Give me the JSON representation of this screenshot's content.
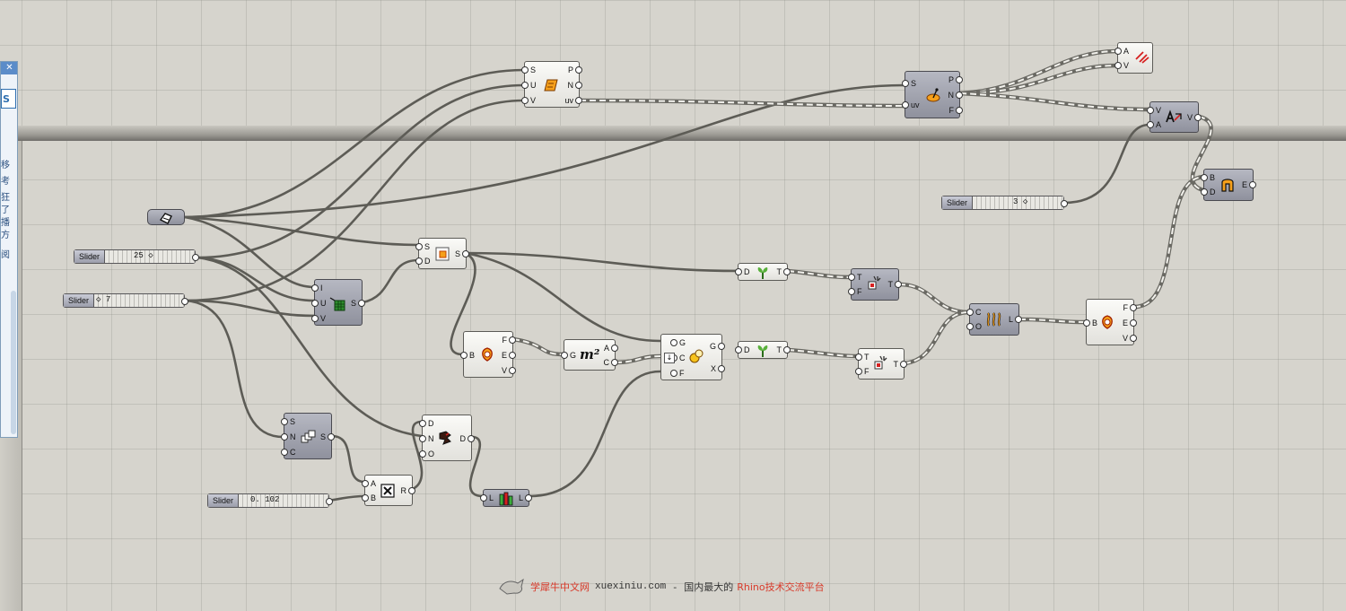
{
  "side_panel": {
    "close": "✕",
    "button": "S",
    "lines": [
      "移",
      "考",
      "狂",
      "了",
      "播",
      "方",
      "阅"
    ]
  },
  "sliders": [
    {
      "label": "Slider",
      "value": "25 ◇"
    },
    {
      "label": "Slider",
      "value": "◇ 7"
    },
    {
      "label": "Slider",
      "value": "0. 102"
    },
    {
      "label": "Slider",
      "value": "3 ◇"
    }
  ],
  "components": {
    "surface": {
      "icon": "surface-param-icon"
    },
    "eval_surface": {
      "inputs": [
        "S",
        "U",
        "V"
      ],
      "outputs": [
        "P",
        "N",
        "uv"
      ],
      "icon": "evaluate-surface-icon"
    },
    "divide_domain": {
      "inputs": [
        "I",
        "U",
        "V"
      ],
      "outputs": [
        "S"
      ],
      "icon": "divide-domain-icon"
    },
    "isotrim": {
      "inputs": [
        "S",
        "D"
      ],
      "outputs": [
        "S"
      ],
      "icon": "isotrim-icon"
    },
    "brep_edges": {
      "inputs": [
        "B"
      ],
      "outputs": [
        "F",
        "E",
        "V"
      ],
      "icon": "brep-components-icon"
    },
    "area": {
      "inputs": [
        "G"
      ],
      "outputs": [
        "A",
        "C"
      ],
      "icon": "area-icon",
      "glyph": "m²"
    },
    "project": {
      "inputs": [
        "G",
        "C",
        "F"
      ],
      "outputs": [
        "G",
        "X"
      ],
      "icon": "scale-icon"
    },
    "graft_top": {
      "inputs": [
        "D"
      ],
      "outputs": [
        "T"
      ],
      "icon": "graft-tree-icon"
    },
    "graft_bottom": {
      "inputs": [
        "D"
      ],
      "outputs": [
        "T"
      ],
      "icon": "graft-tree-icon"
    },
    "tree_top": {
      "inputs": [
        "T",
        "F"
      ],
      "outputs": [
        "T"
      ],
      "icon": "flip-matrix-icon"
    },
    "tree_bottom": {
      "inputs": [
        "T",
        "F"
      ],
      "outputs": [
        "T"
      ],
      "icon": "flip-matrix-icon"
    },
    "weave": {
      "inputs": [
        "C",
        "O"
      ],
      "outputs": [
        "L"
      ],
      "icon": "loft-icon"
    },
    "brep_right": {
      "inputs": [
        "B"
      ],
      "outputs": [
        "F",
        "E",
        "V"
      ],
      "icon": "brep-components-icon"
    },
    "srf_cp": {
      "inputs": [
        "S",
        "uv"
      ],
      "outputs": [
        "P",
        "N",
        "F"
      ],
      "icon": "surface-closest-point-icon"
    },
    "vector_disp": {
      "inputs": [
        "A",
        "V"
      ],
      "outputs": [],
      "icon": "vector-display-icon"
    },
    "amplitude": {
      "inputs": [
        "V",
        "A"
      ],
      "outputs": [
        "V"
      ],
      "icon": "amplitude-icon"
    },
    "extrude": {
      "inputs": [
        "B",
        "D"
      ],
      "outputs": [
        "E"
      ],
      "icon": "extrude-icon"
    },
    "series": {
      "inputs": [
        "S",
        "N",
        "C"
      ],
      "outputs": [
        "S"
      ],
      "icon": "series-icon"
    },
    "multiply": {
      "inputs": [
        "A",
        "B"
      ],
      "outputs": [
        "R"
      ],
      "icon": "multiply-icon"
    },
    "remap": {
      "inputs": [
        "D",
        "N",
        "O"
      ],
      "outputs": [
        "D"
      ],
      "icon": "remap-icon"
    },
    "list_len": {
      "inputs": [
        "L"
      ],
      "outputs": [
        "L"
      ],
      "icon": "list-length-icon"
    }
  },
  "watermark": {
    "site_cn": "学犀牛中文网",
    "domain": "xuexiniu.com",
    "dash": "-",
    "tagline_a": "国内最大的",
    "tagline_b": "Rhino技术交流平台"
  }
}
